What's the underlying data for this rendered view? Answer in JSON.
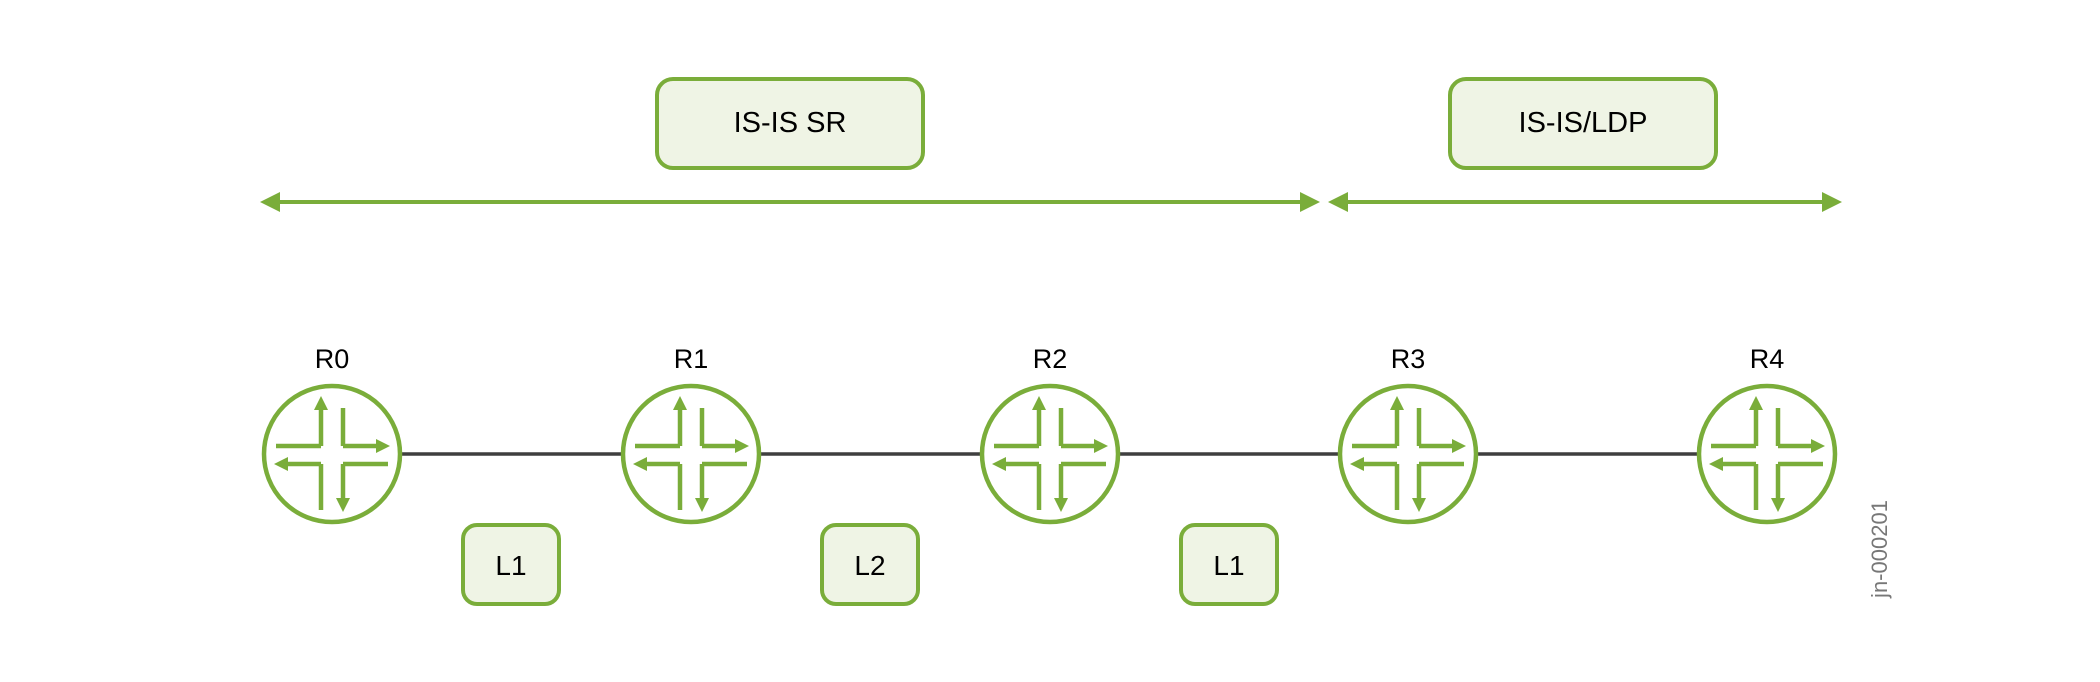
{
  "domains": [
    {
      "label": "IS-IS SR"
    },
    {
      "label": "IS-IS/LDP"
    }
  ],
  "routers": [
    {
      "name": "R0"
    },
    {
      "name": "R1"
    },
    {
      "name": "R2"
    },
    {
      "name": "R3"
    },
    {
      "name": "R4"
    }
  ],
  "links": [
    {
      "level": "L1"
    },
    {
      "level": "L2"
    },
    {
      "level": "L1"
    },
    {
      "level": ""
    }
  ],
  "figure_id": "jn-000201",
  "colors": {
    "accent": "#7aad3a",
    "box_fill": "#eff4e5",
    "link": "#3f3f3f"
  },
  "icons": {
    "router": "router-icon"
  }
}
